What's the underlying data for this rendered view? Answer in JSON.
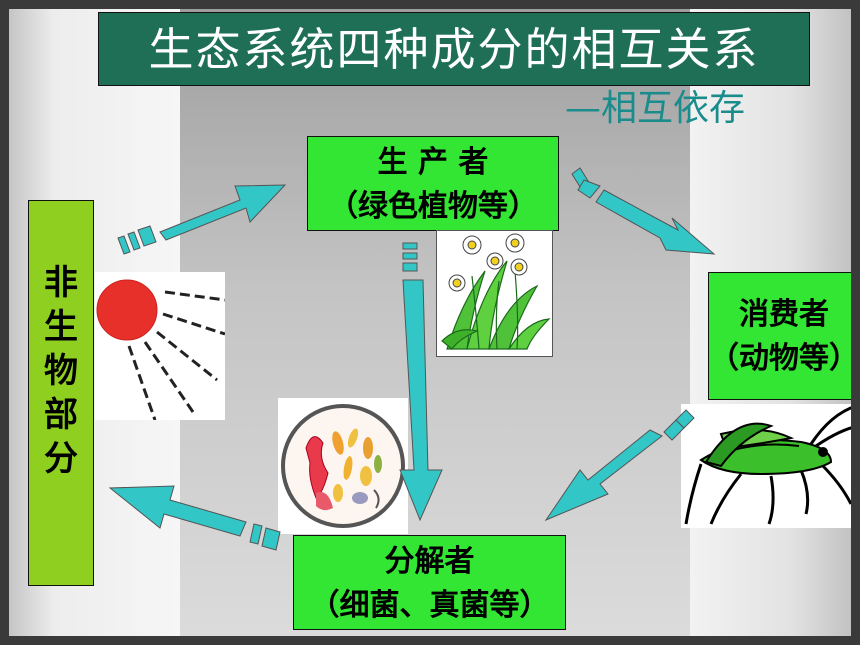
{
  "title": "生态系统四种成分的相互关系",
  "subtitle": "—相互依存",
  "producer": {
    "name": "生 产 者",
    "example": "（绿色植物等）"
  },
  "consumer": {
    "name": "消费者",
    "example": "（动物等）"
  },
  "decomposer": {
    "name": "分解者",
    "example": "（细菌、真菌等）"
  },
  "abiotic": {
    "chars": [
      "非",
      "生",
      "物",
      "部",
      "分"
    ]
  },
  "colors": {
    "title_bg": "#1f6f57",
    "box_green": "#33e633",
    "abiotic_green": "#8fcf1f",
    "arrow": "#33c6c6",
    "subtitle": "#1a8c8c"
  },
  "icons": [
    "sun-icon",
    "daffodil-icon",
    "microbe-cell-icon",
    "grasshopper-icon"
  ]
}
